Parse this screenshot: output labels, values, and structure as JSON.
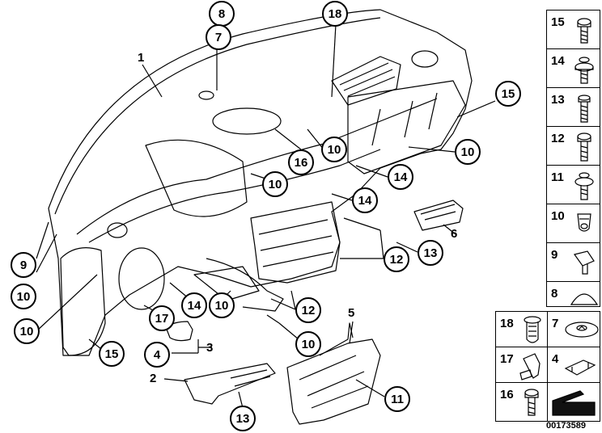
{
  "diagram": {
    "part_number_ref": "00173589",
    "circled_labels": [
      {
        "id": "c8",
        "text": "8"
      },
      {
        "id": "c7",
        "text": "7"
      },
      {
        "id": "c18",
        "text": "18"
      },
      {
        "id": "c15a",
        "text": "15"
      },
      {
        "id": "c10a",
        "text": "10"
      },
      {
        "id": "c16",
        "text": "16"
      },
      {
        "id": "c10b",
        "text": "10"
      },
      {
        "id": "c10c",
        "text": "10"
      },
      {
        "id": "c14a",
        "text": "14"
      },
      {
        "id": "c14b",
        "text": "14"
      },
      {
        "id": "c12a",
        "text": "12"
      },
      {
        "id": "c13a",
        "text": "13"
      },
      {
        "id": "c9",
        "text": "9"
      },
      {
        "id": "c10d",
        "text": "10"
      },
      {
        "id": "c10e",
        "text": "10"
      },
      {
        "id": "c14c",
        "text": "14"
      },
      {
        "id": "c10f",
        "text": "10"
      },
      {
        "id": "c17",
        "text": "17"
      },
      {
        "id": "c12b",
        "text": "12"
      },
      {
        "id": "c15b",
        "text": "15"
      },
      {
        "id": "c4",
        "text": "4"
      },
      {
        "id": "c10g",
        "text": "10"
      },
      {
        "id": "c11",
        "text": "11"
      },
      {
        "id": "c13b",
        "text": "13"
      }
    ],
    "plain_labels": [
      {
        "id": "p1",
        "text": "1"
      },
      {
        "id": "p6",
        "text": "6"
      },
      {
        "id": "p3",
        "text": "3"
      },
      {
        "id": "p5",
        "text": "5"
      },
      {
        "id": "p2",
        "text": "2"
      }
    ],
    "legend_right_column": [
      "15",
      "14",
      "13",
      "12",
      "11",
      "10",
      "9",
      "8"
    ],
    "legend_bottom_grid": [
      [
        "18",
        "7"
      ],
      [
        "17",
        "4"
      ],
      [
        "16",
        ""
      ]
    ]
  }
}
